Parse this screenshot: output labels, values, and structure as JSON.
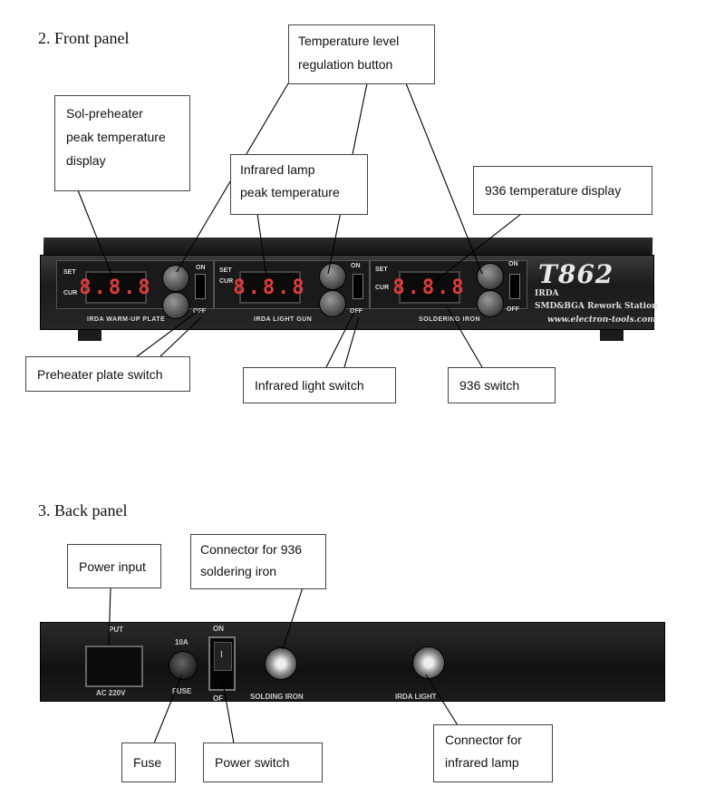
{
  "sections": {
    "front_title": "2. Front panel",
    "back_title": "3. Back panel"
  },
  "front": {
    "callouts": {
      "temp_button": "Temperature level\nregulation button",
      "sol_display": "Sol-preheater\npeak temperature\ndisplay",
      "ir_display": "Infrared lamp\npeak temperature",
      "display_936": "936 temperature display",
      "preheater_switch": "Preheater plate switch",
      "infrared_switch": "Infrared light switch",
      "switch_936": "936 switch"
    },
    "device": {
      "lcd_text": "8.8.8",
      "set_label": "SET",
      "cur_label": "CUR",
      "on_label": "ON",
      "off_label": "OFF",
      "strip_1": "IRDA WARM-UP PLATE",
      "strip_2": "IRDA LIGHT GUN",
      "strip_3": "SOLDERING IRON",
      "model": "T862",
      "brand_1": "IRDA",
      "brand_2": "SMD&BGA Rework Station",
      "brand_3": "www.electron-tools.com"
    }
  },
  "back": {
    "callouts": {
      "power_input": "Power input",
      "connector_936": "Connector for 936\nsoldering iron",
      "fuse": "Fuse",
      "power_switch": "Power switch",
      "connector_ir": "Connector for\ninfrared lamp"
    },
    "device": {
      "input_label": "PUT",
      "ac_label": "AC 220V",
      "fuse_rating": "10A",
      "fuse_label": "FUSE",
      "on_label": "ON",
      "off_label": "OF",
      "rocker_mark": "I",
      "soldering_label": "SOLDING IRON",
      "irda_label": "IRDA LIGHT"
    }
  }
}
